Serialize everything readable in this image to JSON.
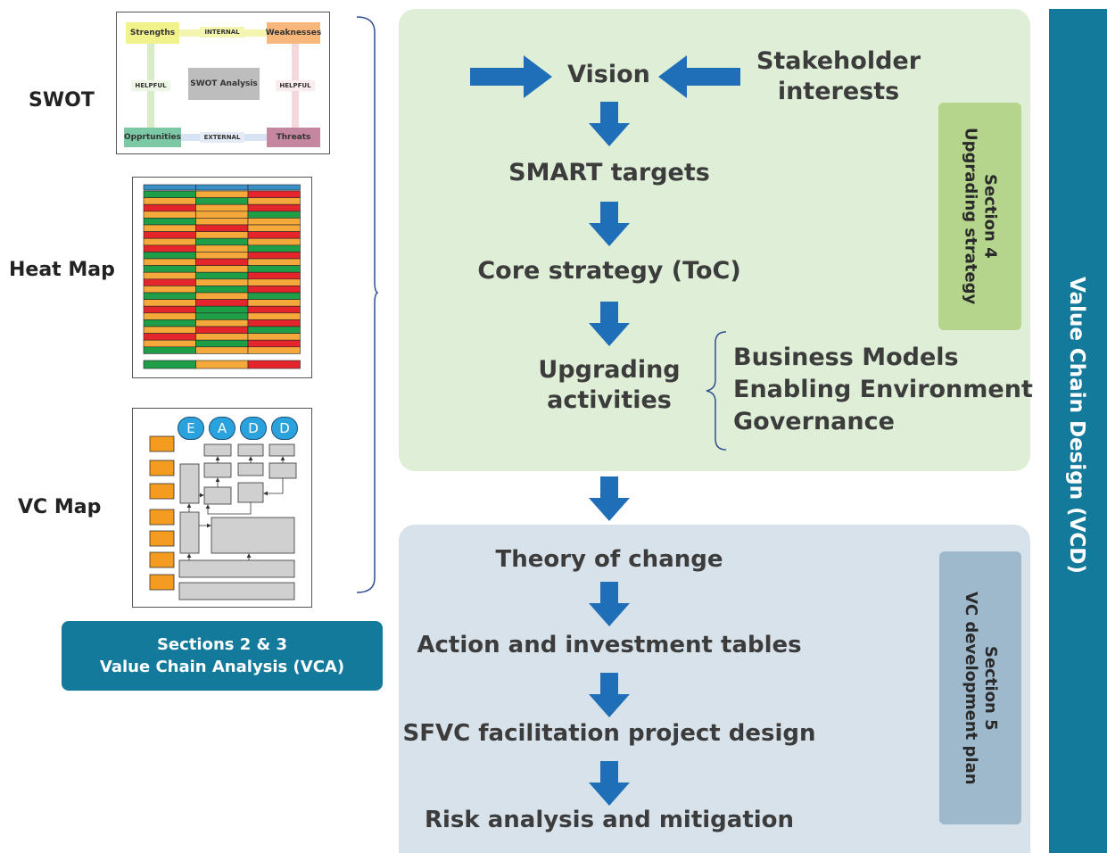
{
  "left": {
    "labels": {
      "swot": "SWOT",
      "heat_map": "Heat Map",
      "vc_map": "VC Map"
    },
    "swot": {
      "strengths": "Strengths",
      "internal": "INTERNAL",
      "weaknesses": "Weaknesses",
      "helpful_left": "HELPFUL",
      "center": "SWOT Analysis",
      "helpful_right": "HELPFUL",
      "opportunities": "Opprtunities",
      "external": "EXTERNAL",
      "threats": "Threats"
    },
    "vcmap_badges": [
      "E",
      "A",
      "D",
      "D"
    ],
    "vca_box": {
      "line1": "Sections 2 & 3",
      "line2": "Value Chain Analysis (VCA)"
    }
  },
  "upgrading": {
    "vision": "Vision",
    "stakeholder_line1": "Stakeholder",
    "stakeholder_line2": "interests",
    "smart_targets": "SMART targets",
    "core_strategy": "Core strategy (ToC)",
    "upgrading_line1": "Upgrading",
    "upgrading_line2": "activities",
    "activities": [
      "Business Models",
      "Enabling Environment",
      "Governance"
    ],
    "section_line1": "Section 4",
    "section_line2": "Upgrading strategy"
  },
  "development": {
    "steps": [
      "Theory of change",
      "Action and investment tables",
      "SFVC facilitation project design",
      "Risk analysis and mitigation"
    ],
    "section_line1": "Section 5",
    "section_line2": "VC development plan"
  },
  "side_bar": {
    "title": "Value Chain Design (VCD)"
  },
  "colors": {
    "arrow_blue": "#1f6fb8",
    "green_panel": "#dfeed6",
    "green_section": "#b5d58c",
    "blue_panel": "#d7e2ea",
    "blue_section": "#9fb9cc",
    "teal": "#137a9c",
    "heat_green": "#1e9e46",
    "heat_orange": "#f6a93b",
    "heat_red": "#e4252b",
    "heat_header": "#3a8fc7"
  },
  "heatmap_rows": [
    [
      "g",
      "o",
      "r"
    ],
    [
      "o",
      "g",
      "o"
    ],
    [
      "r",
      "o",
      "r"
    ],
    [
      "o",
      "o",
      "g"
    ],
    [
      "g",
      "o",
      "o"
    ],
    [
      "o",
      "r",
      "o"
    ],
    [
      "r",
      "o",
      "r"
    ],
    [
      "o",
      "g",
      "o"
    ],
    [
      "r",
      "o",
      "g"
    ],
    [
      "g",
      "o",
      "r"
    ],
    [
      "o",
      "r",
      "o"
    ],
    [
      "g",
      "o",
      "g"
    ],
    [
      "o",
      "g",
      "r"
    ],
    [
      "r",
      "o",
      "o"
    ],
    [
      "o",
      "g",
      "r"
    ],
    [
      "g",
      "o",
      "g"
    ],
    [
      "o",
      "r",
      "o"
    ],
    [
      "r",
      "g",
      "r"
    ],
    [
      "o",
      "g",
      "o"
    ],
    [
      "g",
      "o",
      "r"
    ],
    [
      "o",
      "r",
      "g"
    ],
    [
      "r",
      "o",
      "o"
    ],
    [
      "o",
      "g",
      "r"
    ],
    [
      "g",
      "o",
      "o"
    ]
  ],
  "heatmap_last_row": [
    "g",
    "o",
    "r"
  ]
}
